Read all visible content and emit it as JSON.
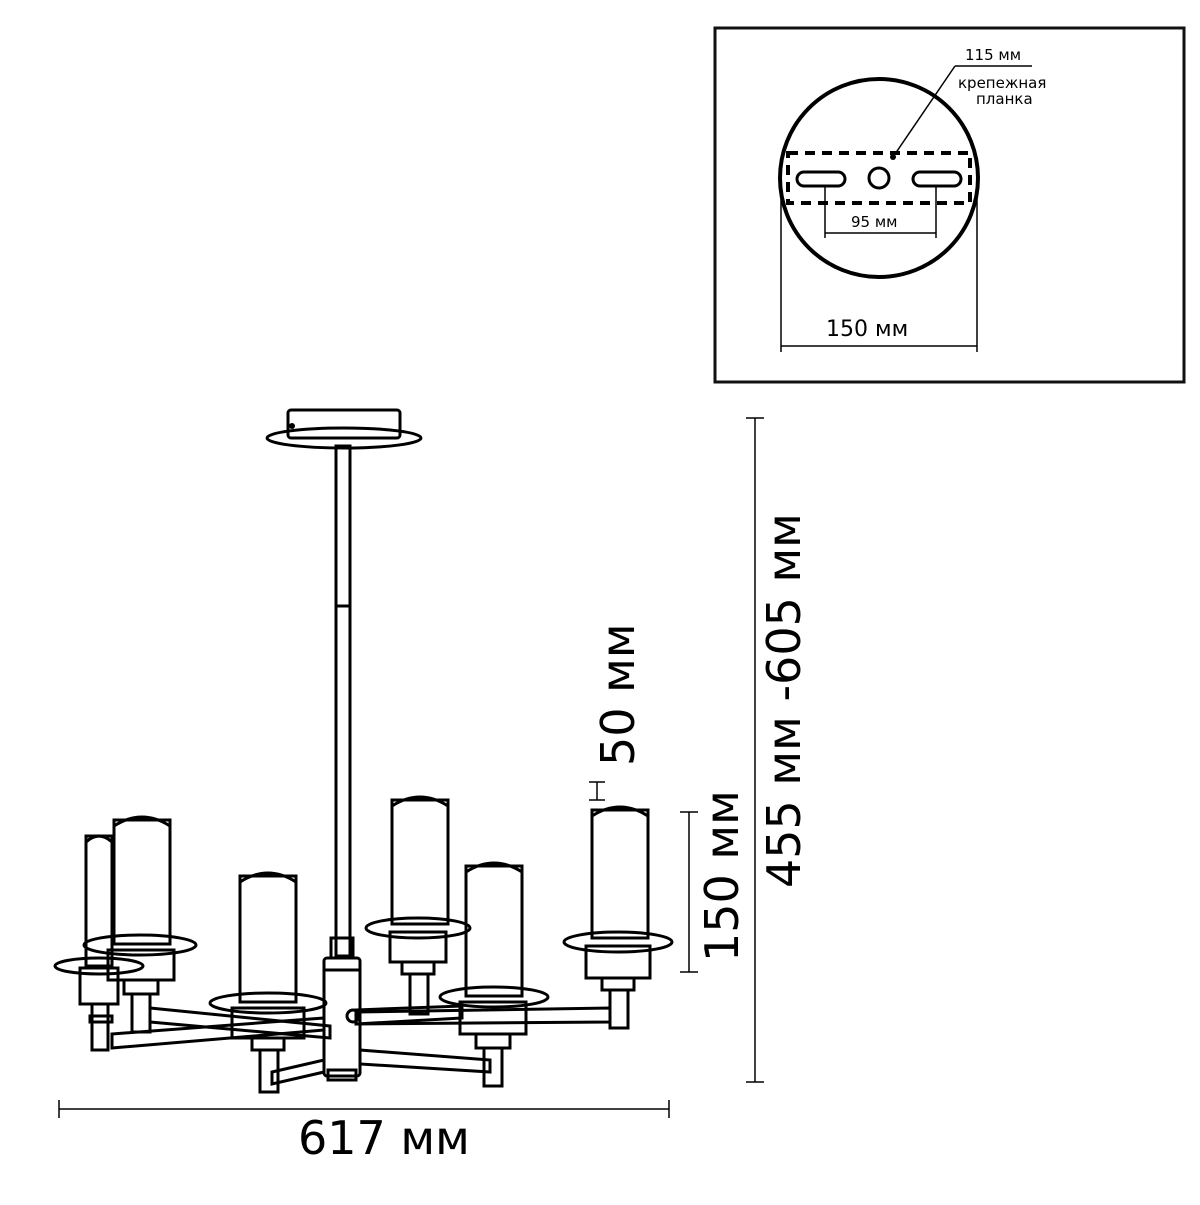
{
  "inset": {
    "label_115": "115 мм",
    "label_bracket_line1": "крепежная",
    "label_bracket_line2": "планка",
    "label_95": "95 мм",
    "label_150": "150 мм"
  },
  "dimensions": {
    "width_617": "617 мм",
    "height_range": "455 мм -605 мм",
    "shade_height": "150 мм",
    "offset_50": "50 мм"
  }
}
